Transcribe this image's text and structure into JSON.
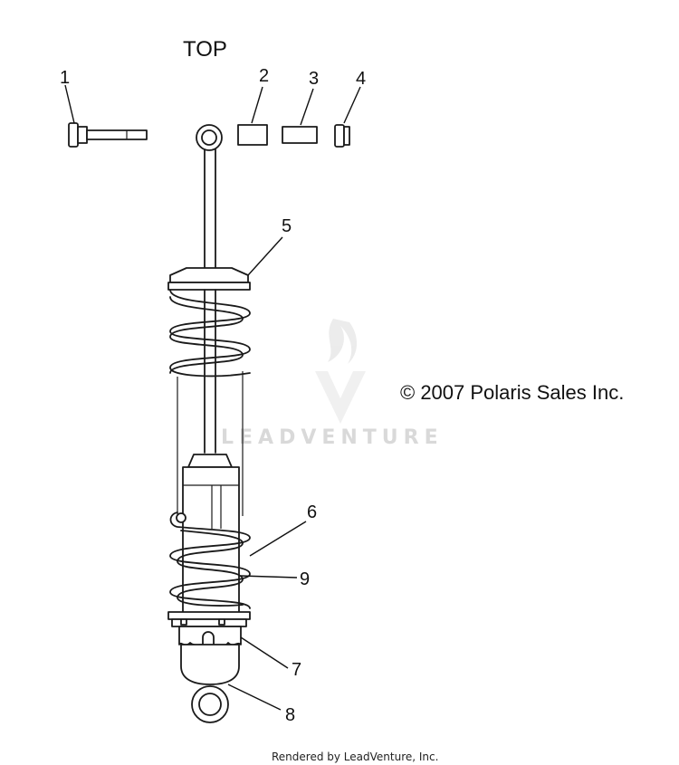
{
  "diagram": {
    "top_label": "TOP",
    "copyright": "© 2007 Polaris Sales Inc.",
    "watermark": "LEADVENTURE",
    "footer": "Rendered by LeadVenture, Inc.",
    "callouts": [
      "1",
      "2",
      "3",
      "4",
      "5",
      "6",
      "7",
      "8",
      "9"
    ]
  }
}
